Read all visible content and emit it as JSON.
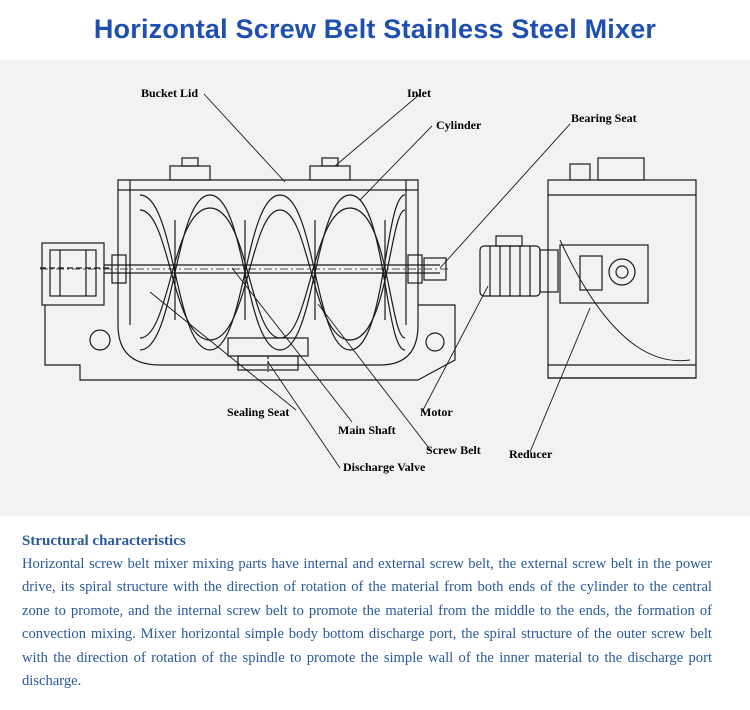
{
  "title": "Horizontal Screw Belt Stainless Steel Mixer",
  "labels": {
    "bucket_lid": "Bucket Lid",
    "inlet": "Inlet",
    "cylinder": "Cylinder",
    "bearing_seat": "Bearing Seat",
    "sealing_seat": "Sealing Seat",
    "main_shaft": "Main Shaft",
    "motor": "Motor",
    "screw_belt": "Screw Belt",
    "reducer": "Reducer",
    "discharge_valve": "Discharge Valve"
  },
  "description": {
    "heading": "Structural characteristics",
    "body": "Horizontal screw belt mixer mixing parts have internal and external screw belt, the external screw belt in the power drive, its spiral structure with the direction of rotation of the material from both ends of the cylinder to the central zone to promote, and the internal screw belt to promote the material from the middle to the ends, the formation of convection mixing. Mixer horizontal simple body bottom discharge port, the spiral structure of the outer screw belt with the direction of rotation of the spindle to promote the simple wall of the inner material to the discharge port discharge."
  }
}
